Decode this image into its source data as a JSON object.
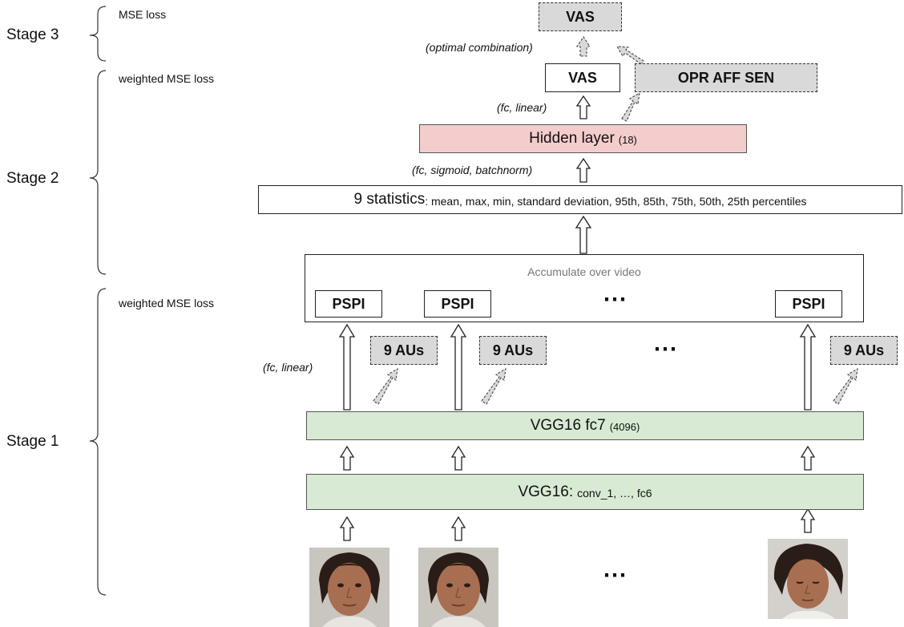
{
  "stages": {
    "stage3": {
      "label": "Stage 3",
      "loss": "MSE loss"
    },
    "stage2": {
      "label": "Stage 2",
      "loss": "weighted MSE loss"
    },
    "stage1": {
      "label": "Stage 1",
      "loss": "weighted MSE loss"
    }
  },
  "top": {
    "vas_final": "VAS",
    "optimal_note": "(optimal combination)",
    "vas": "VAS",
    "opr_aff_sen": "OPR AFF SEN",
    "fc_linear_note": "(fc, linear)",
    "hidden_layer": {
      "name": "Hidden layer",
      "size": "(18)"
    },
    "sigmoid_note": "(fc, sigmoid, batchnorm)",
    "statistics": {
      "name": "9 statistics",
      "detail": ": mean, max, min, standard deviation, 95th, 85th, 75th, 50th, 25th percentiles"
    }
  },
  "accumulate": {
    "title": "Accumulate over video",
    "pspi": "PSPI",
    "dots": "⋯"
  },
  "aus": {
    "label": "9 AUs",
    "dots": "⋯",
    "note": "(fc, linear)"
  },
  "fc7": {
    "name": "VGG16 fc7",
    "size": "(4096)"
  },
  "vgg16": {
    "name": "VGG16:",
    "layers": "conv_1, …, fc6"
  },
  "frames": {
    "dots": "⋯"
  },
  "colors": {
    "green_box": "#d8ead3",
    "pink_box": "#f4cccc",
    "dashed_box": "#d9d9d9",
    "accumulate_text": "#777777"
  }
}
